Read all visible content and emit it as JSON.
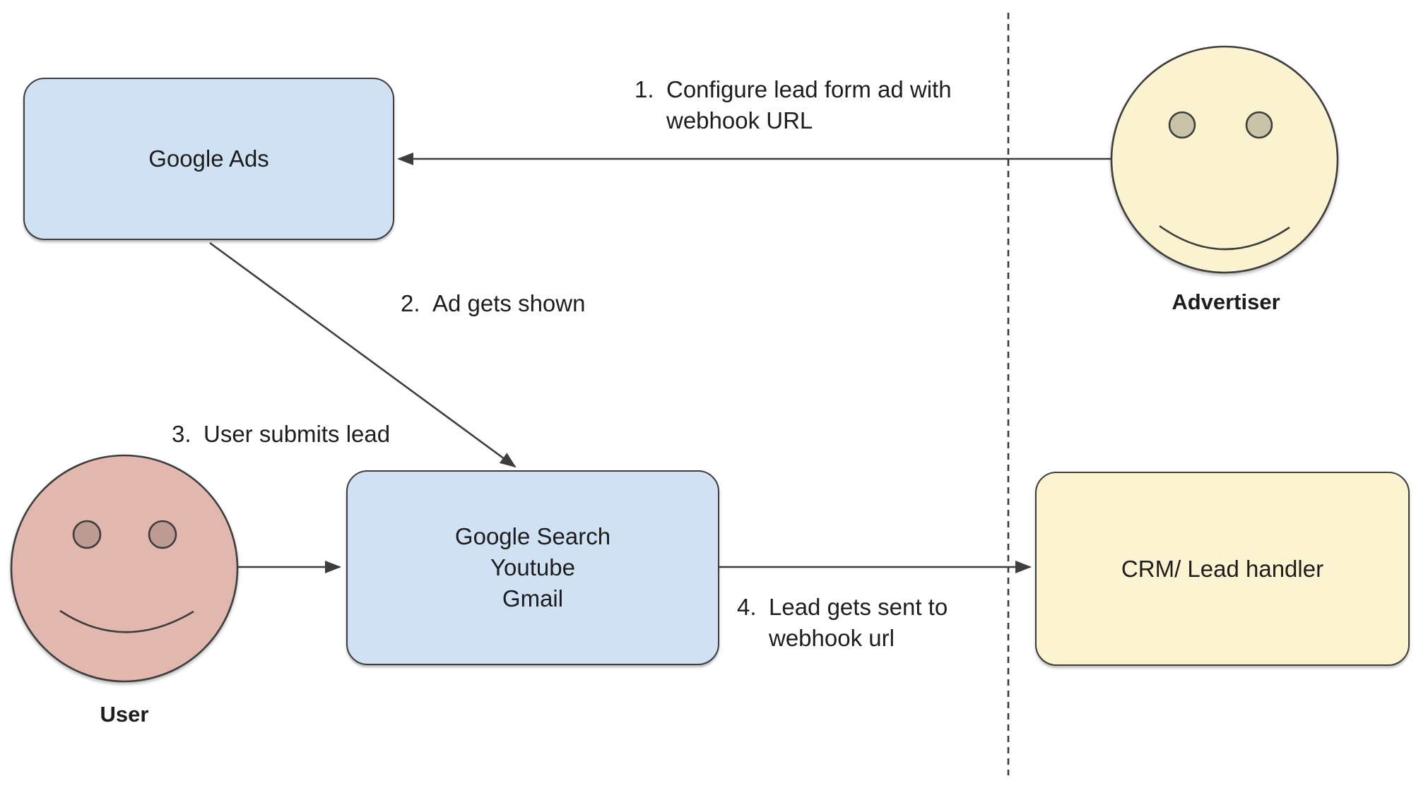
{
  "colors": {
    "box_blue": "#cfe1f2",
    "box_yellow": "#fcf3d0",
    "face_yellow": "#fbf2cf",
    "face_pink": "#e2b7ae",
    "eye_tan": "#c8c2a7",
    "eye_pink": "#bd9a92",
    "stroke": "#3d3d3d",
    "text": "#1d1d1d",
    "bg": "#ffffff"
  },
  "nodes": {
    "google_ads": {
      "label": "Google Ads"
    },
    "google_surfaces": {
      "lines": [
        "Google Search",
        "Youtube",
        "Gmail"
      ]
    },
    "crm": {
      "label": "CRM/ Lead handler"
    }
  },
  "actors": {
    "advertiser": {
      "label": "Advertiser"
    },
    "user": {
      "label": "User"
    }
  },
  "edges": [
    {
      "num": "1.",
      "lines": [
        "Configure lead form ad with",
        "webhook URL"
      ]
    },
    {
      "num": "2.",
      "lines": [
        "Ad gets shown"
      ]
    },
    {
      "num": "3.",
      "lines": [
        "User submits lead"
      ]
    },
    {
      "num": "4.",
      "lines": [
        "Lead gets sent to",
        "webhook url"
      ]
    }
  ]
}
